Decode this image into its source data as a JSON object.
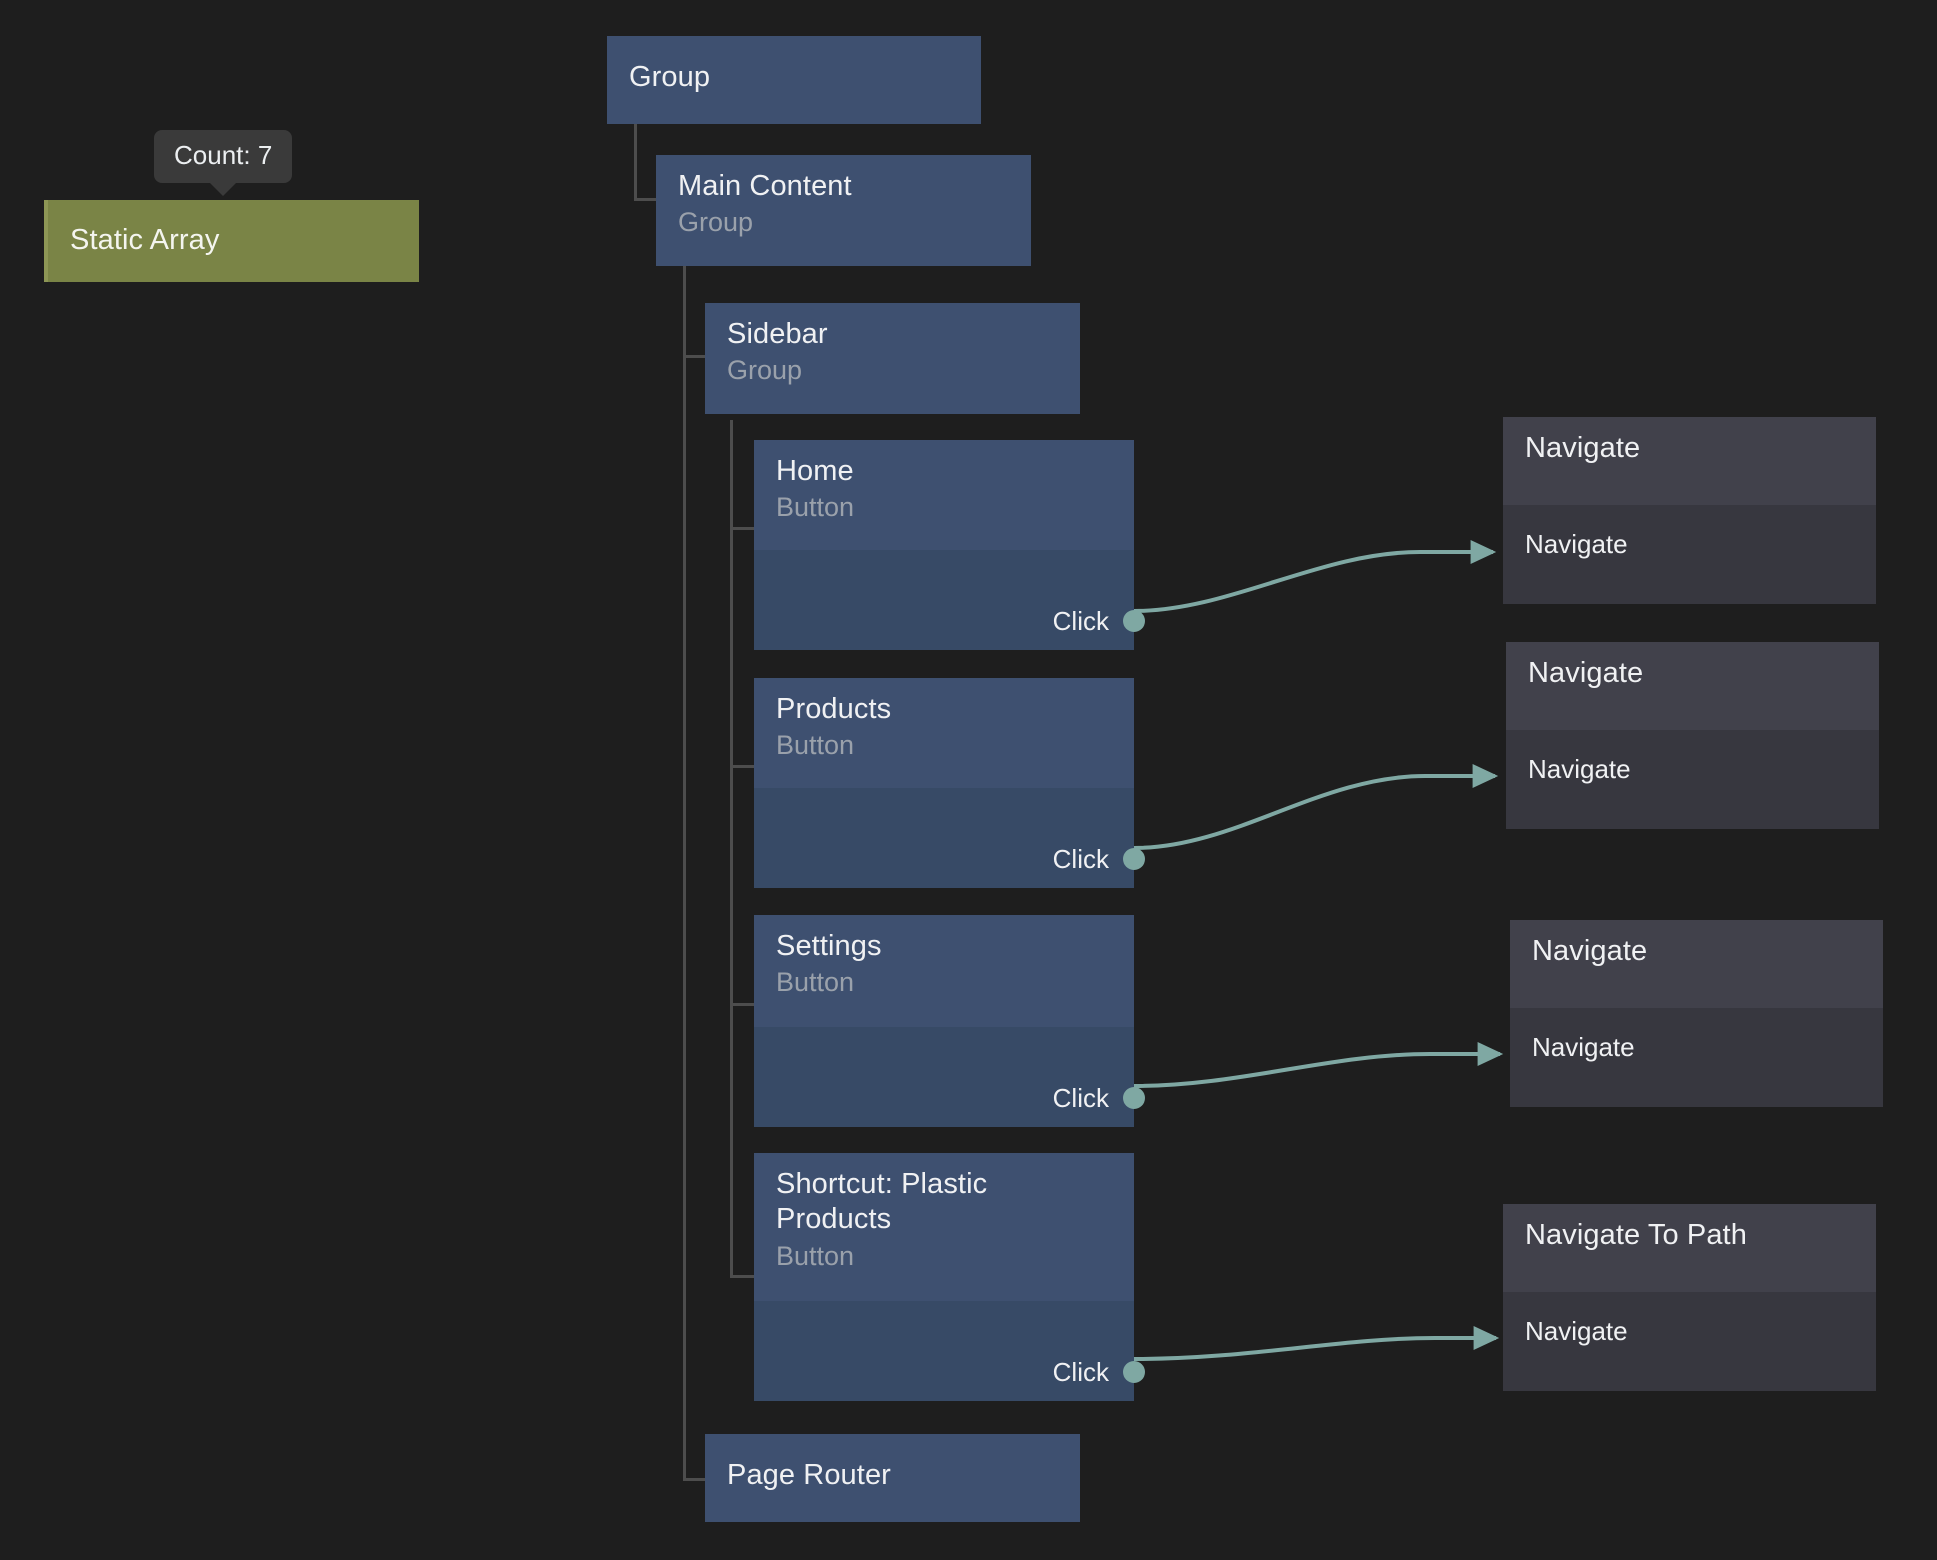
{
  "canvas": {
    "background": "#1e1e1e",
    "node_blue_header": "#3e5070",
    "node_blue_body": "#374a66",
    "node_gray_header": "#41414b",
    "node_gray_body": "#37373f",
    "node_selected_green": "#7a8446",
    "edge_color": "#7fa8a3",
    "tree_line_color": "#4d4d4d"
  },
  "tooltip": {
    "text": "Count: 7"
  },
  "selected_node": {
    "title": "Static Array"
  },
  "tree": [
    {
      "title": "Group",
      "subtitle": "",
      "type": "group"
    },
    {
      "title": "Main Content",
      "subtitle": "Group",
      "type": "group"
    },
    {
      "title": "Sidebar",
      "subtitle": "Group",
      "type": "group"
    },
    {
      "title": "Home",
      "subtitle": "Button",
      "type": "button",
      "port": "Click"
    },
    {
      "title": "Products",
      "subtitle": "Button",
      "type": "button",
      "port": "Click"
    },
    {
      "title": "Settings",
      "subtitle": "Button",
      "type": "button",
      "port": "Click"
    },
    {
      "title": "Shortcut: Plastic Products",
      "subtitle": "Button",
      "type": "button",
      "port": "Click"
    },
    {
      "title": "Page Router",
      "subtitle": "",
      "type": "group"
    }
  ],
  "actions": [
    {
      "title": "Navigate",
      "input": "Navigate"
    },
    {
      "title": "Navigate",
      "input": "Navigate"
    },
    {
      "title": "Navigate",
      "input": "Navigate"
    },
    {
      "title": "Navigate To Path",
      "input": "Navigate"
    }
  ]
}
